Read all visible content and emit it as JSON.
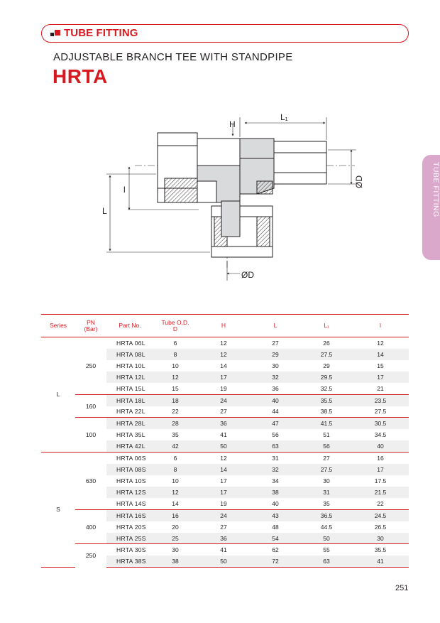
{
  "header": {
    "section": "TUBE FITTING"
  },
  "title": {
    "subtitle": "ADJUSTABLE BRANCH TEE WITH STANDPIPE",
    "model": "HRTA"
  },
  "side_tab": {
    "label": "TUBE FITTING"
  },
  "drawing": {
    "labels": {
      "h": "H",
      "l1": "L₁",
      "od_right": "ØD",
      "od_bottom": "ØD",
      "l": "L",
      "i": "l"
    }
  },
  "table": {
    "headers": {
      "series": "Series",
      "pn": "PN\n(Bar)",
      "part": "Part No.",
      "tube": "Tube O.D.\nD",
      "h": "H",
      "l": "L",
      "l1": "L₁",
      "i": "l"
    },
    "series": [
      {
        "name": "L",
        "groups": [
          {
            "pn": "250",
            "rows": [
              {
                "part": "HRTA 06L",
                "d": "6",
                "h": "12",
                "l": "27",
                "l1": "26",
                "i": "12"
              },
              {
                "part": "HRTA 08L",
                "d": "8",
                "h": "12",
                "l": "29",
                "l1": "27.5",
                "i": "14"
              },
              {
                "part": "HRTA 10L",
                "d": "10",
                "h": "14",
                "l": "30",
                "l1": "29",
                "i": "15"
              },
              {
                "part": "HRTA 12L",
                "d": "12",
                "h": "17",
                "l": "32",
                "l1": "29.5",
                "i": "17"
              },
              {
                "part": "HRTA 15L",
                "d": "15",
                "h": "19",
                "l": "36",
                "l1": "32.5",
                "i": "21"
              }
            ]
          },
          {
            "pn": "160",
            "rows": [
              {
                "part": "HRTA 18L",
                "d": "18",
                "h": "24",
                "l": "40",
                "l1": "35.5",
                "i": "23.5"
              },
              {
                "part": "HRTA 22L",
                "d": "22",
                "h": "27",
                "l": "44",
                "l1": "38.5",
                "i": "27.5"
              }
            ]
          },
          {
            "pn": "100",
            "rows": [
              {
                "part": "HRTA 28L",
                "d": "28",
                "h": "36",
                "l": "47",
                "l1": "41.5",
                "i": "30.5"
              },
              {
                "part": "HRTA 35L",
                "d": "35",
                "h": "41",
                "l": "56",
                "l1": "51",
                "i": "34.5"
              },
              {
                "part": "HRTA 42L",
                "d": "42",
                "h": "50",
                "l": "63",
                "l1": "56",
                "i": "40"
              }
            ]
          }
        ]
      },
      {
        "name": "S",
        "groups": [
          {
            "pn": "630",
            "rows": [
              {
                "part": "HRTA 06S",
                "d": "6",
                "h": "12",
                "l": "31",
                "l1": "27",
                "i": "16"
              },
              {
                "part": "HRTA 08S",
                "d": "8",
                "h": "14",
                "l": "32",
                "l1": "27.5",
                "i": "17"
              },
              {
                "part": "HRTA 10S",
                "d": "10",
                "h": "17",
                "l": "34",
                "l1": "30",
                "i": "17.5"
              },
              {
                "part": "HRTA 12S",
                "d": "12",
                "h": "17",
                "l": "38",
                "l1": "31",
                "i": "21.5"
              },
              {
                "part": "HRTA 14S",
                "d": "14",
                "h": "19",
                "l": "40",
                "l1": "35",
                "i": "22"
              }
            ]
          },
          {
            "pn": "400",
            "rows": [
              {
                "part": "HRTA 16S",
                "d": "16",
                "h": "24",
                "l": "43",
                "l1": "36.5",
                "i": "24.5"
              },
              {
                "part": "HRTA 20S",
                "d": "20",
                "h": "27",
                "l": "48",
                "l1": "44.5",
                "i": "26.5"
              },
              {
                "part": "HRTA 25S",
                "d": "25",
                "h": "36",
                "l": "54",
                "l1": "50",
                "i": "30"
              }
            ]
          },
          {
            "pn": "250",
            "rows": [
              {
                "part": "HRTA 30S",
                "d": "30",
                "h": "41",
                "l": "62",
                "l1": "55",
                "i": "35.5"
              },
              {
                "part": "HRTA 38S",
                "d": "38",
                "h": "50",
                "l": "72",
                "l1": "63",
                "i": "41"
              }
            ]
          }
        ]
      }
    ]
  },
  "page": {
    "number": "251"
  },
  "colors": {
    "accent": "#d71920",
    "tab": "#d9a8cb",
    "stripe": "#efefef"
  }
}
